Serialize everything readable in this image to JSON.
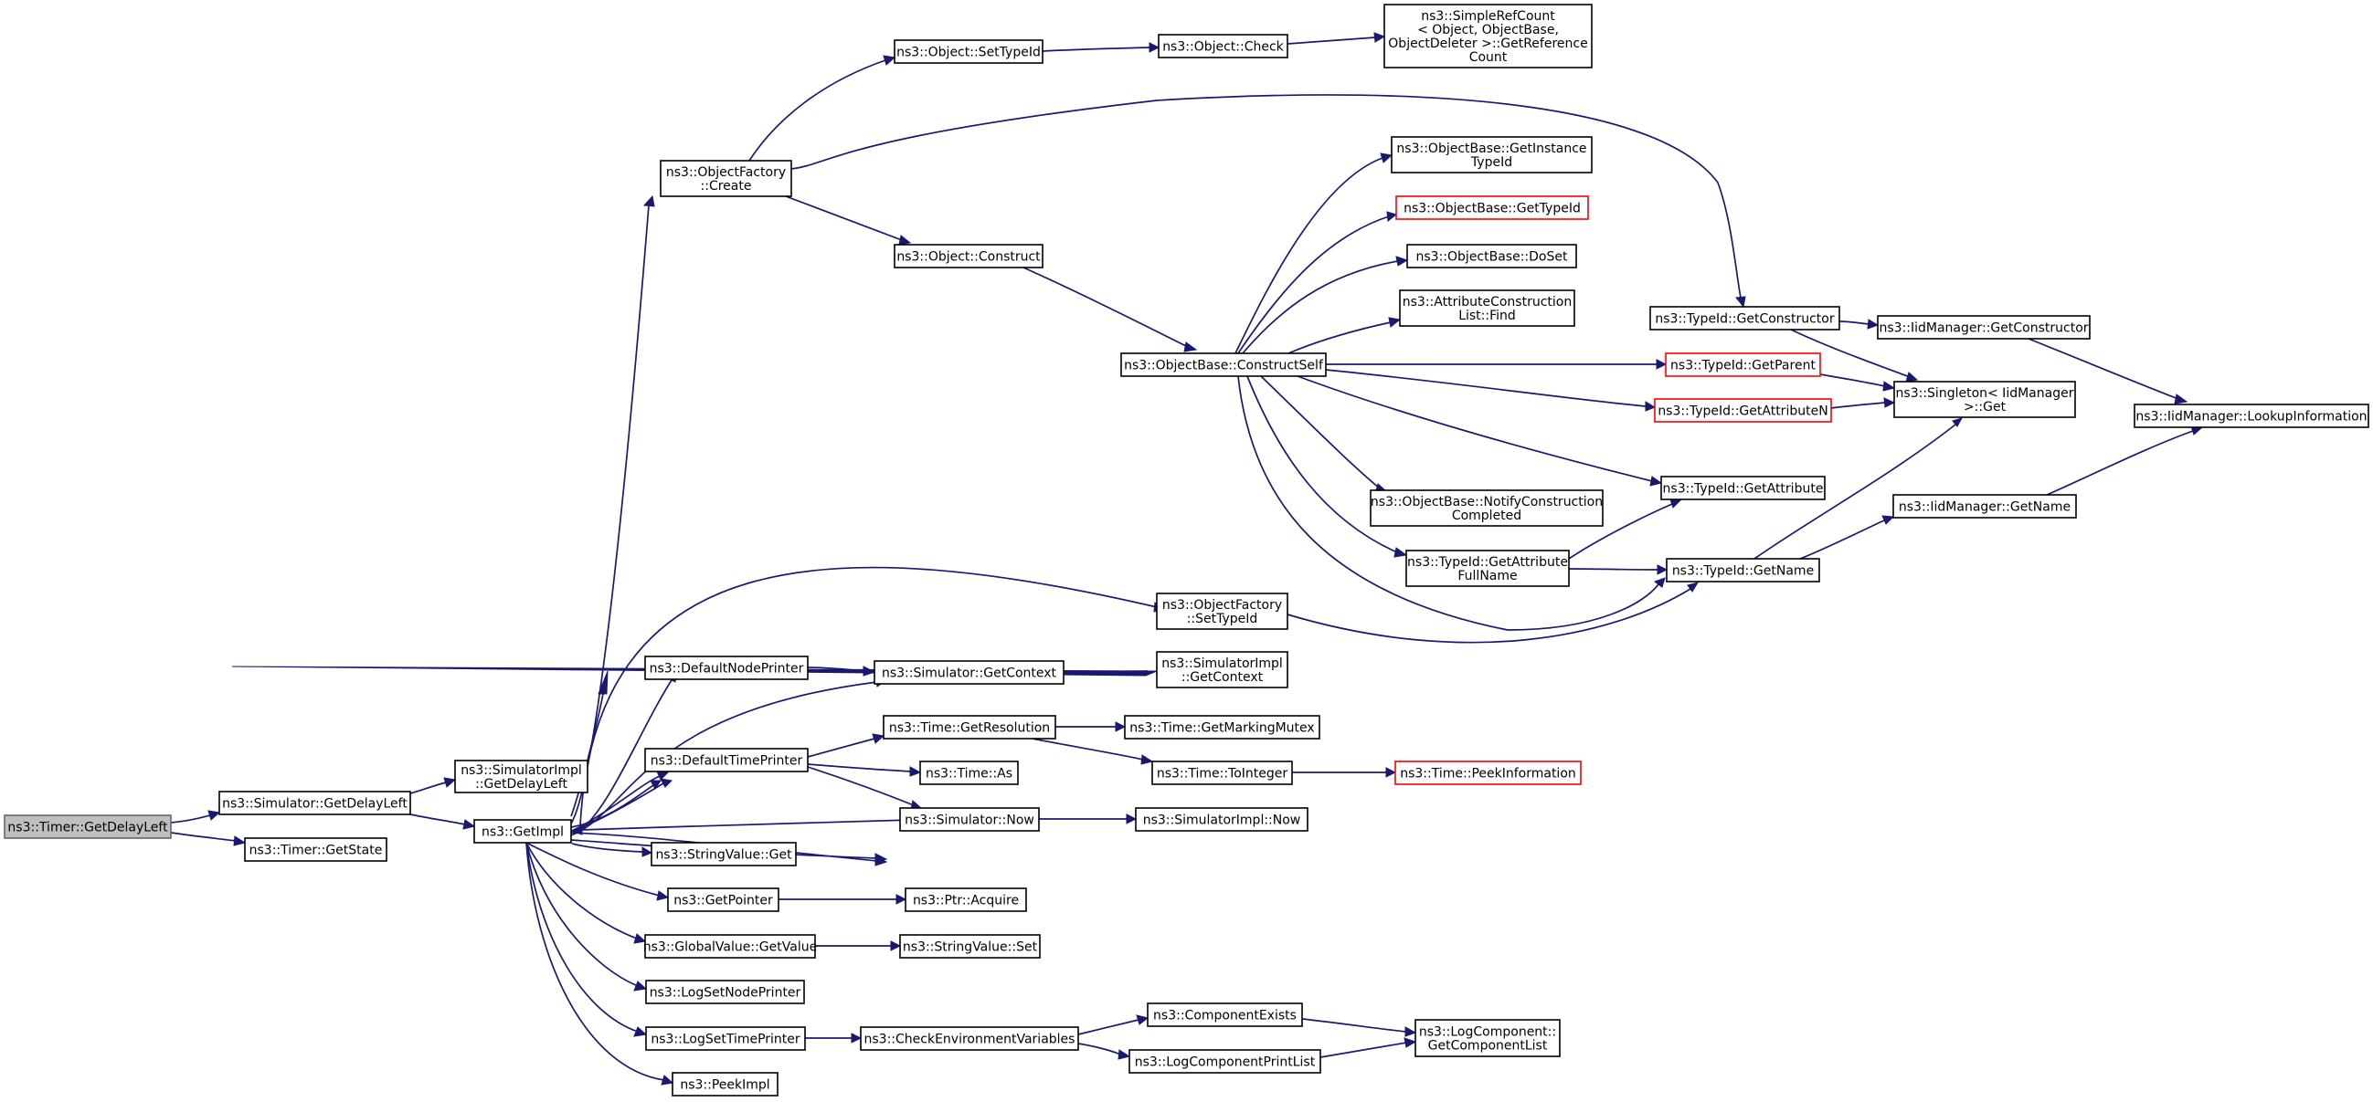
{
  "diagram": {
    "type": "call-graph",
    "colors": {
      "edge": "#191970",
      "root_fill": "#bfbfbf",
      "missing_doc_border": "#ff0000"
    },
    "nodes": {
      "timer_getdelayleft": [
        "ns3::Timer::GetDelayLeft"
      ],
      "sim_getdelayleft": [
        "ns3::Simulator::GetDelayLeft"
      ],
      "timer_getstate": [
        "ns3::Timer::GetState"
      ],
      "simimpl_getdelayleft": [
        "ns3::SimulatorImpl",
        "::GetDelayLeft"
      ],
      "getimpl": [
        "ns3::GetImpl"
      ],
      "objfactory_create": [
        "ns3::ObjectFactory",
        "::Create"
      ],
      "defaultnodeprinter": [
        "ns3::DefaultNodePrinter"
      ],
      "defaulttimeprinter": [
        "ns3::DefaultTimePrinter"
      ],
      "stringvalue_get": [
        "ns3::StringValue::Get"
      ],
      "getpointer": [
        "ns3::GetPointer"
      ],
      "globalvalue_getvalue": [
        "ns3::GlobalValue::GetValue"
      ],
      "logsetnodeprinter": [
        "ns3::LogSetNodePrinter"
      ],
      "logsettimeprinter": [
        "ns3::LogSetTimePrinter"
      ],
      "peekimpl": [
        "ns3::PeekImpl"
      ],
      "object_settypeid": [
        "ns3::Object::SetTypeId"
      ],
      "object_construct": [
        "ns3::Object::Construct"
      ],
      "object_check": [
        "ns3::Object::Check"
      ],
      "simplerefcount": [
        "ns3::SimpleRefCount",
        "< Object, ObjectBase,",
        "ObjectDeleter >::GetReference",
        "Count"
      ],
      "objbase_constructself": [
        "ns3::ObjectBase::ConstructSelf"
      ],
      "objbase_getinstancetypeid": [
        "ns3::ObjectBase::GetInstance",
        "TypeId"
      ],
      "objbase_gettypeid": [
        "ns3::ObjectBase::GetTypeId"
      ],
      "objbase_doset": [
        "ns3::ObjectBase::DoSet"
      ],
      "attrconstruction_find": [
        "ns3::AttributeConstruction",
        "List::Find"
      ],
      "objbase_notify": [
        "ns3::ObjectBase::NotifyConstruction",
        "Completed"
      ],
      "typeid_getattributefullname": [
        "ns3::TypeId::GetAttribute",
        "FullName"
      ],
      "typeid_getconstructor": [
        "ns3::TypeId::GetConstructor"
      ],
      "typeid_getparent": [
        "ns3::TypeId::GetParent"
      ],
      "typeid_getattributen": [
        "ns3::TypeId::GetAttributeN"
      ],
      "typeid_getattribute": [
        "ns3::TypeId::GetAttribute"
      ],
      "typeid_getname": [
        "ns3::TypeId::GetName"
      ],
      "iidmanager_getconstructor": [
        "ns3::IidManager::GetConstructor"
      ],
      "singleton_get": [
        "ns3::Singleton< IidManager",
        ">::Get"
      ],
      "iidmanager_lookupinformation": [
        "ns3::IidManager::LookupInformation"
      ],
      "iidmanager_getname": [
        "ns3::IidManager::GetName"
      ],
      "objfactory_settypeid": [
        "ns3::ObjectFactory",
        "::SetTypeId"
      ],
      "simulator_getcontext": [
        "ns3::Simulator::GetContext"
      ],
      "simimpl_getcontext": [
        "ns3::SimulatorImpl",
        "::GetContext"
      ],
      "time_getresolution": [
        "ns3::Time::GetResolution"
      ],
      "time_getmarkingmutex": [
        "ns3::Time::GetMarkingMutex"
      ],
      "time_as": [
        "ns3::Time::As"
      ],
      "time_tointeger": [
        "ns3::Time::ToInteger"
      ],
      "time_peekinformation": [
        "ns3::Time::PeekInformation"
      ],
      "simulator_now": [
        "ns3::Simulator::Now"
      ],
      "simimpl_now": [
        "ns3::SimulatorImpl::Now"
      ],
      "ptr_acquire": [
        "ns3::Ptr::Acquire"
      ],
      "stringvalue_set": [
        "ns3::StringValue::Set"
      ],
      "checkenvvars": [
        "ns3::CheckEnvironmentVariables"
      ],
      "componentexists": [
        "ns3::ComponentExists"
      ],
      "logcomponentprintlist": [
        "ns3::LogComponentPrintList"
      ],
      "logcomponent_getcomponentlist": [
        "ns3::LogComponent::",
        "GetComponentList"
      ]
    }
  }
}
